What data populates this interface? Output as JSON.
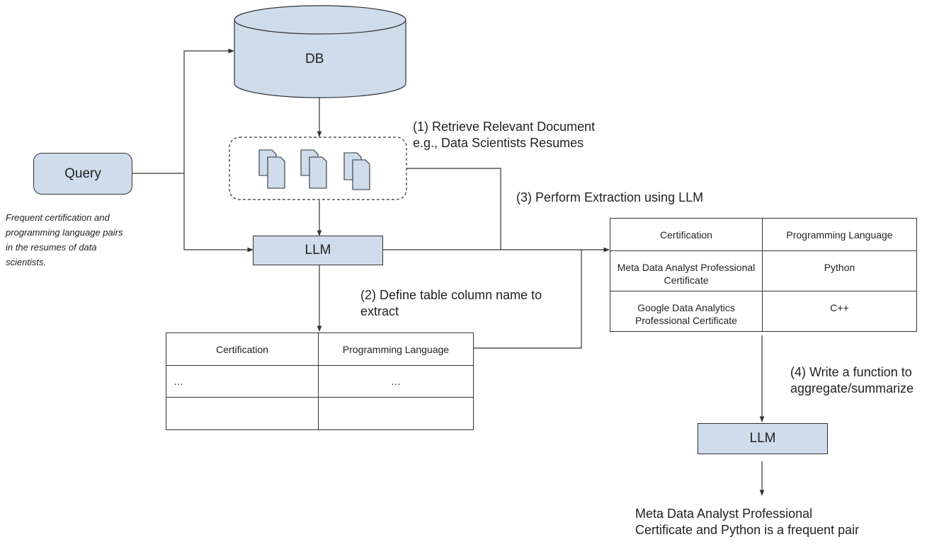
{
  "nodes": {
    "db": "DB",
    "query": "Query",
    "llm_main": "LLM",
    "llm_final": "LLM"
  },
  "query_note": [
    "Frequent certification and",
    "programming language pairs",
    "in the resumes of data",
    "scientists."
  ],
  "steps": {
    "retrieve": [
      "(1) Retrieve Relevant Document",
      "e.g., Data Scientists Resumes"
    ],
    "define": [
      "(2) Define table column name to",
      "extract"
    ],
    "extract": "(3) Perform Extraction using LLM",
    "aggregate": [
      "(4) Write a function to",
      "aggregate/summarize"
    ]
  },
  "schema_table": {
    "headers": [
      "Certification",
      "Programming Language"
    ],
    "rows": [
      [
        "…",
        "…"
      ],
      [
        "",
        ""
      ]
    ]
  },
  "result_table": {
    "headers": [
      "Certification",
      "Programming Language"
    ],
    "rows": [
      [
        "Meta Data Analyst Professional Certificate",
        "Python"
      ],
      [
        "Google Data Analytics Professional Certificate",
        "C++"
      ]
    ]
  },
  "result": [
    "Meta Data Analyst Professional",
    "Certificate and Python is a frequent pair"
  ],
  "colors": {
    "node_fill": "#cfdcec",
    "stroke": "#333333"
  }
}
